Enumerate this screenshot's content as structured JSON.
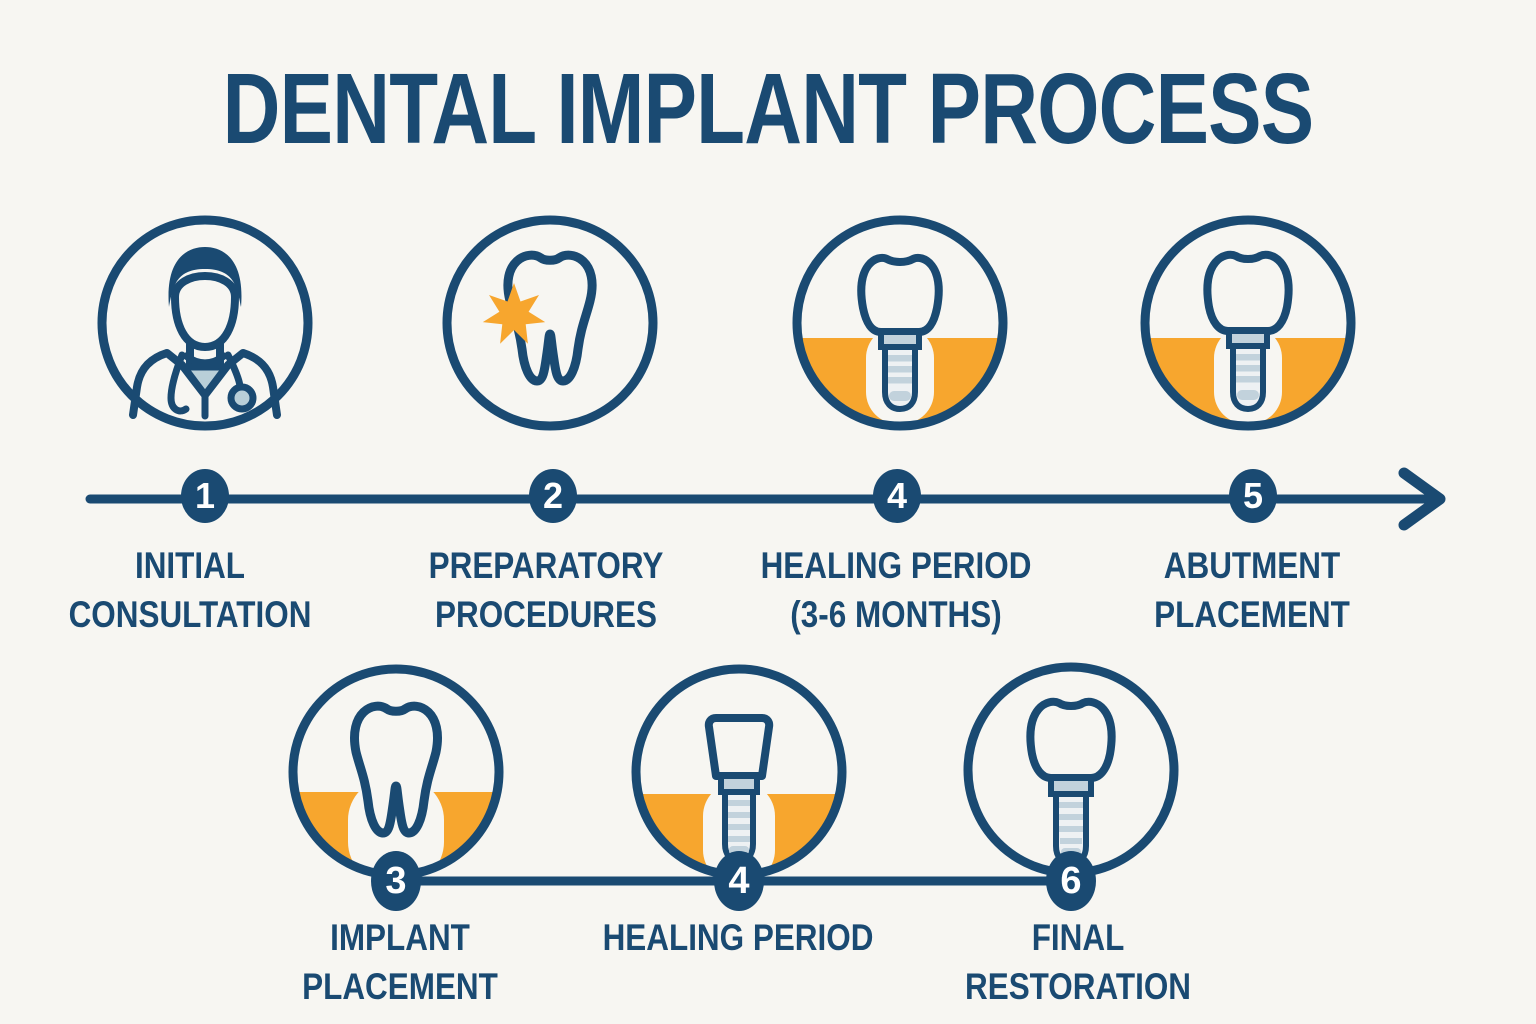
{
  "title": "DENTAL IMPLANT PROCESS",
  "colors": {
    "navy": "#1a4a72",
    "orange": "#f7a62e",
    "steel": "#c2d2dc",
    "background": "#f7f6f2",
    "badge_text": "#ffffff"
  },
  "timeline_top": {
    "steps": [
      {
        "number": "1",
        "label": "INITIAL\nCONSULTATION",
        "icon": "doctor-consultation-icon"
      },
      {
        "number": "2",
        "label": "PREPARATORY\nPROCEDURES",
        "icon": "tooth-problem-star-icon"
      },
      {
        "number": "4",
        "label": "HEALING PERIOD\n(3-6 MONTHS)",
        "icon": "implant-crown-in-gum-icon"
      },
      {
        "number": "5",
        "label": "ABUTMENT\nPLACEMENT",
        "icon": "implant-crown-in-gum-icon"
      }
    ],
    "arrow": "right-arrow"
  },
  "timeline_bottom": {
    "steps": [
      {
        "number": "3",
        "label": "IMPLANT\nPLACEMENT",
        "icon": "tooth-in-gum-icon"
      },
      {
        "number": "4",
        "label": "HEALING PERIOD",
        "icon": "healing-implant-in-gum-icon"
      },
      {
        "number": "6",
        "label": "FINAL\nRESTORATION",
        "icon": "final-crown-implant-icon"
      }
    ]
  }
}
